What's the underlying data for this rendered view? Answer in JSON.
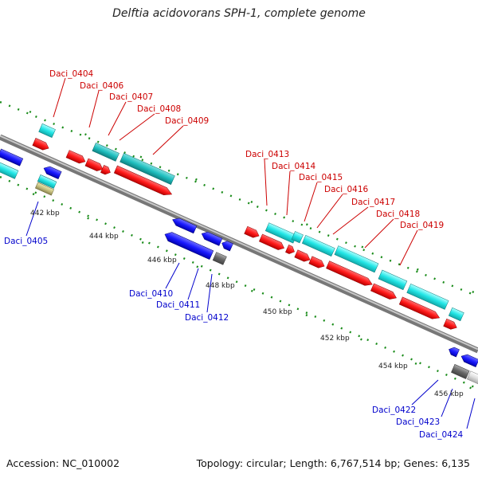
{
  "title": "Delftia acidovorans SPH-1, complete genome",
  "footer": {
    "accession": "Accession: NC_010002",
    "summary": "Topology: circular; Length: 6,767,514 bp; Genes: 6,135"
  },
  "colors": {
    "forward_gene": "#ff1a1a",
    "reverse_gene": "#1a1aff",
    "cyan_feature": "#22e6e6",
    "teal_feature": "#1fbfbf",
    "backbone": "#8c8c8c",
    "tick": "#1a8c1a",
    "label_forward": "#cc0000",
    "label_reverse": "#0000cc"
  },
  "kbp_labels": [
    "442 kbp",
    "444 kbp",
    "446 kbp",
    "448 kbp",
    "450 kbp",
    "452 kbp",
    "454 kbp",
    "456 kbp"
  ],
  "forward_gene_labels": [
    "Daci_0404",
    "Daci_0406",
    "Daci_0407",
    "Daci_0408",
    "Daci_0409",
    "Daci_0413",
    "Daci_0414",
    "Daci_0415",
    "Daci_0416",
    "Daci_0417",
    "Daci_0418",
    "Daci_0419"
  ],
  "reverse_gene_labels": [
    "Daci_0405",
    "Daci_0410",
    "Daci_0411",
    "Daci_0412",
    "Daci_0422",
    "Daci_0423",
    "Daci_0424"
  ]
}
